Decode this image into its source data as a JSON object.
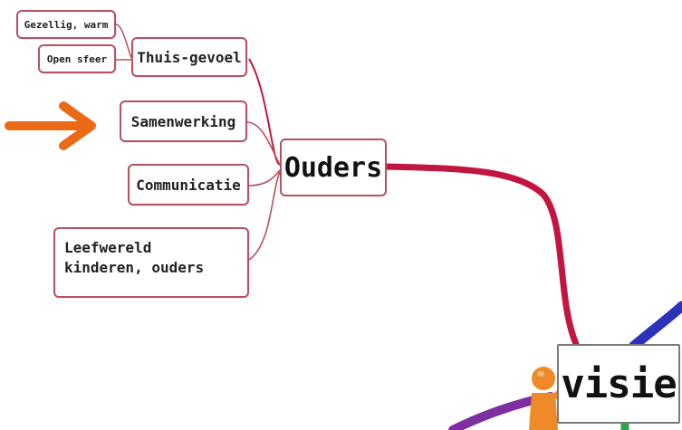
{
  "central": {
    "label": "visie"
  },
  "branch": {
    "label": "Ouders",
    "color": "#c2153f"
  },
  "subtopics": [
    {
      "label": "Thuis-gevoel",
      "children": [
        {
          "label": "Gezellig, warm"
        },
        {
          "label": "Open sfeer"
        }
      ]
    },
    {
      "label": "Samenwerking"
    },
    {
      "label": "Communicatie"
    },
    {
      "label": "Leefwereld kinderen, ouders"
    }
  ],
  "pointer": {
    "icon": "arrow-right-icon",
    "color": "#ea6a16"
  },
  "other_branch_colors": [
    "#2c33b8",
    "#7d2fa0",
    "#2fa34a"
  ],
  "figure": {
    "icon": "presenter-figure-icon",
    "color": "#ef8a28"
  }
}
